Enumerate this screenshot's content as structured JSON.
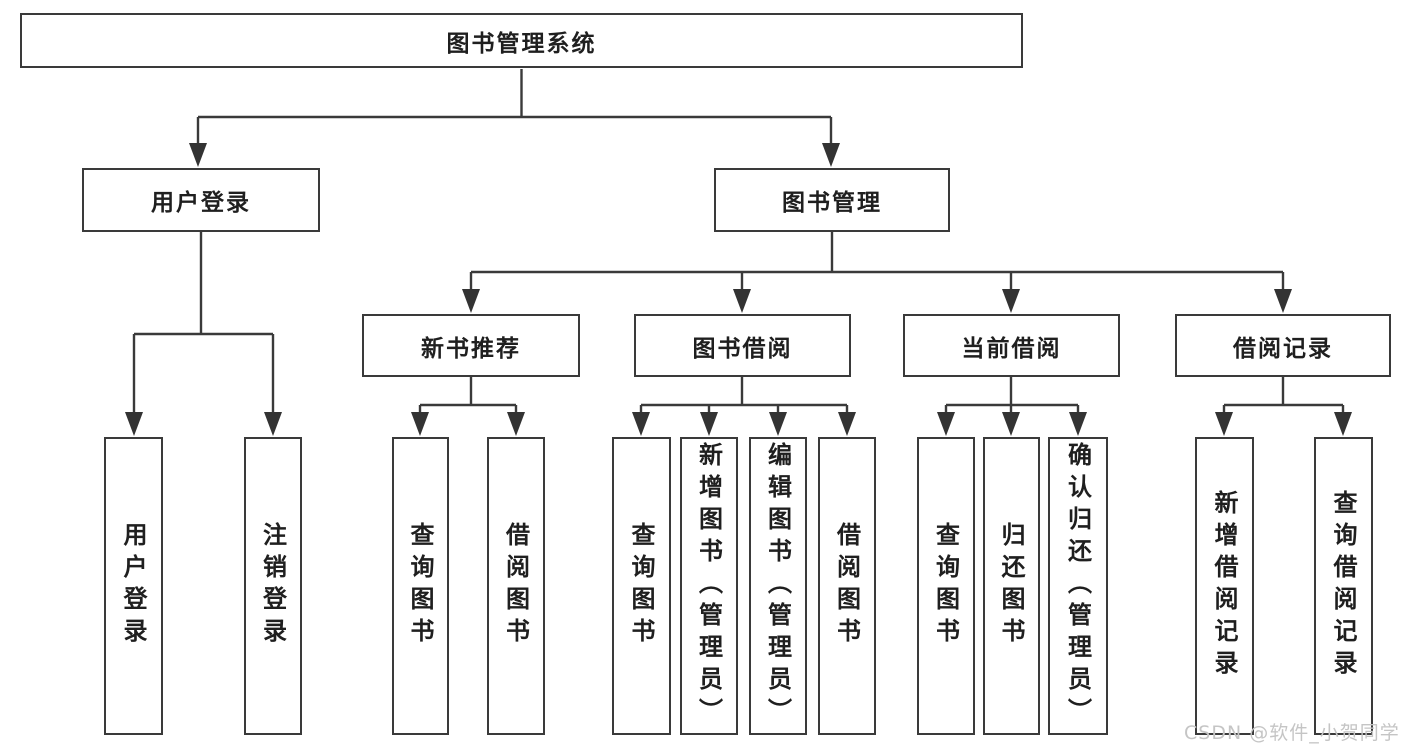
{
  "diagram": {
    "root": {
      "label": "图书管理系统"
    },
    "branches": [
      {
        "label": "用户登录"
      },
      {
        "label": "图书管理"
      }
    ],
    "sections": [
      {
        "label": "新书推荐"
      },
      {
        "label": "图书借阅"
      },
      {
        "label": "当前借阅"
      },
      {
        "label": "借阅记录"
      }
    ],
    "leaves": [
      {
        "label": "用户登录"
      },
      {
        "label": "注销登录"
      },
      {
        "label": "查询图书"
      },
      {
        "label": "借阅图书"
      },
      {
        "label": "查询图书"
      },
      {
        "label": "新增图书（管理员）"
      },
      {
        "label": "编辑图书（管理员）"
      },
      {
        "label": "借阅图书"
      },
      {
        "label": "查询图书"
      },
      {
        "label": "归还图书"
      },
      {
        "label": "确认归还（管理员）"
      },
      {
        "label": "新增借阅记录"
      },
      {
        "label": "查询借阅记录"
      }
    ]
  },
  "watermark": {
    "text": "CSDN @软件_小贺同学"
  },
  "colors": {
    "line": "#3a3a3a",
    "text": "#1f1f1f",
    "background": "#ffffff",
    "watermark": "#c5c5c5"
  }
}
